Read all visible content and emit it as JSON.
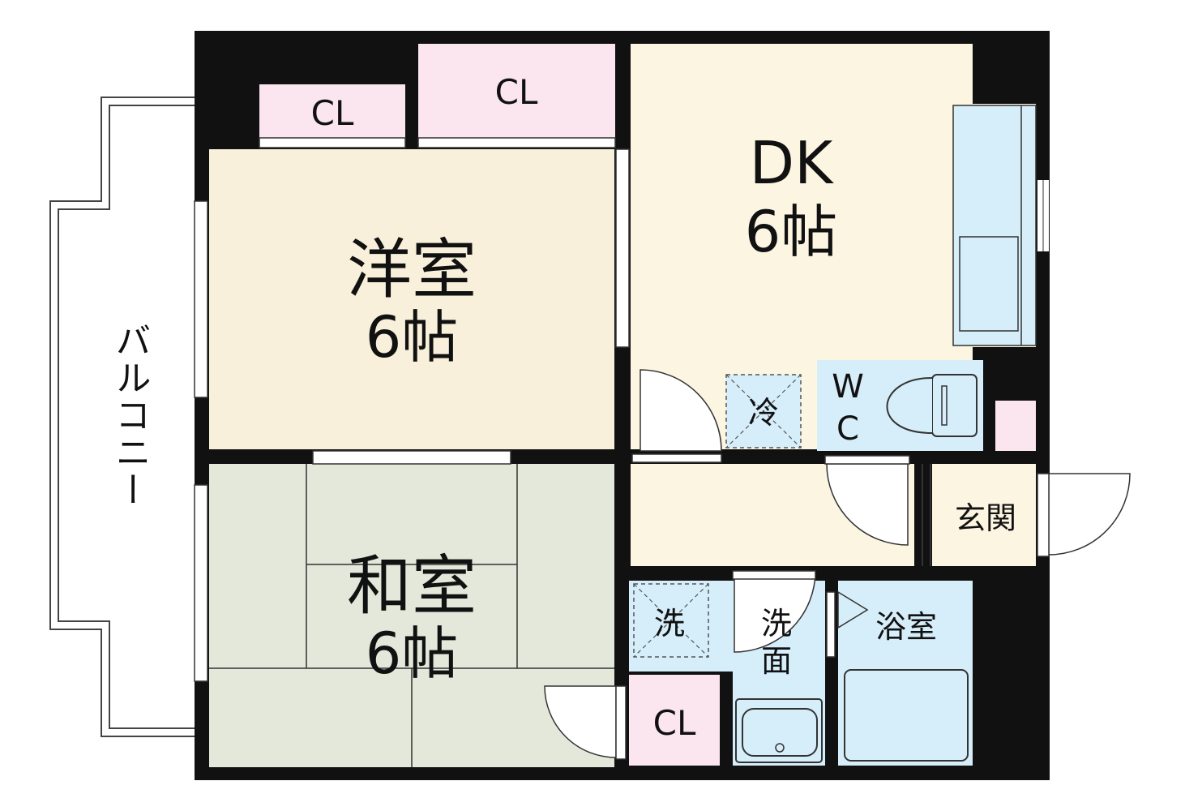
{
  "labels": {
    "western_room": "洋室",
    "western_room_size": "6帖",
    "dk": "DK",
    "dk_size": "6帖",
    "japanese_room": "和室",
    "japanese_room_size": "6帖",
    "closet_1": "CL",
    "closet_2": "CL",
    "closet_3": "CL",
    "wc_1": "W",
    "wc_2": "C",
    "fridge": "冷",
    "washer": "洗",
    "washroom_1": "洗",
    "washroom_2": "面",
    "bath": "浴室",
    "entrance": "玄関",
    "balcony": "バルコニー"
  },
  "colors": {
    "wall": "#111111",
    "western_room": "#f8f0da",
    "dk": "#fcf5e2",
    "japanese_room": "#e3e8da",
    "closet": "#fbe5ee",
    "wet_area": "#d6eefa",
    "hall": "#fcf5e2"
  }
}
